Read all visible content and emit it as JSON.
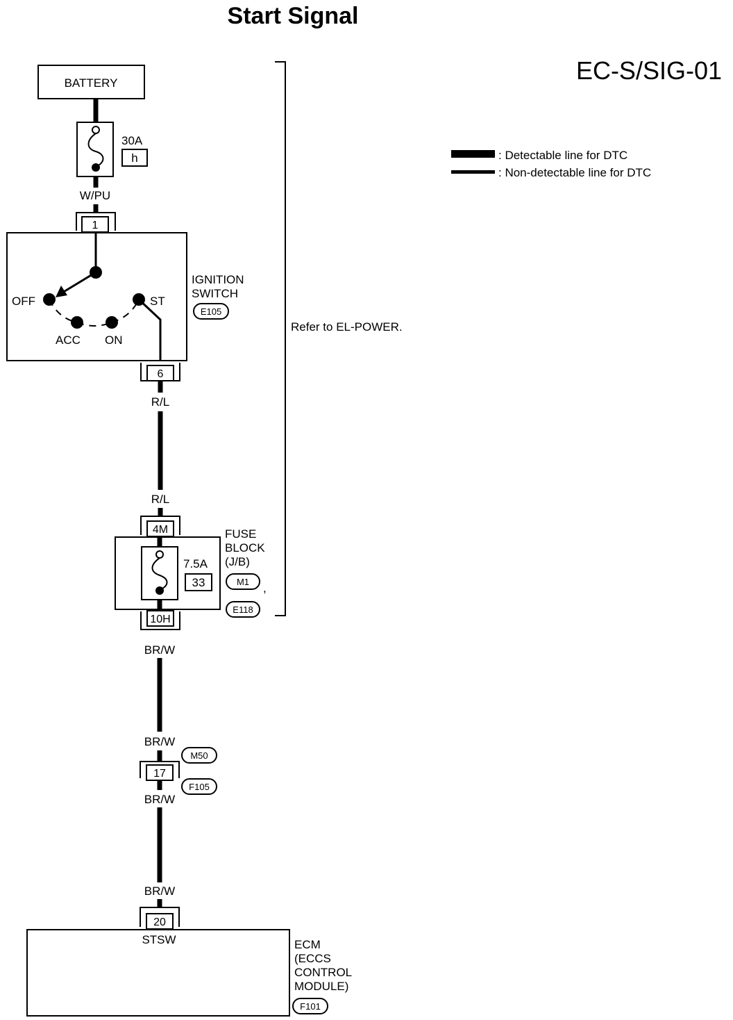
{
  "title": "Start Signal",
  "diagram_code": "EC-S/SIG-01",
  "legend": {
    "detectable": ": Detectable line for DTC",
    "non_detectable": ": Non-detectable line for DTC"
  },
  "battery": {
    "label": "BATTERY"
  },
  "fusible_link": {
    "rating": "30A",
    "id": "h"
  },
  "wires": {
    "w1": "W/PU",
    "w2_top": "R/L",
    "w2_bottom": "R/L",
    "w3_top": "BR/W",
    "w3_bottom": "BR/W",
    "w4_top": "BR/W",
    "w4_bottom": "BR/W"
  },
  "ignition_switch": {
    "name_line1": "IGNITION",
    "name_line2": "SWITCH",
    "connector": "E105",
    "pin_in": "1",
    "pin_out": "6",
    "positions": {
      "off": "OFF",
      "acc": "ACC",
      "on": "ON",
      "st": "ST"
    }
  },
  "reference": "Refer to EL-POWER.",
  "fuse_block": {
    "name_line1": "FUSE",
    "name_line2": "BLOCK",
    "name_line3": "(J/B)",
    "rating": "7.5A",
    "fuse_no": "33",
    "connector1": "M1",
    "separator": ",",
    "connector2": "E118",
    "pin_in": "4M",
    "pin_out": "10H"
  },
  "joint_connector": {
    "pin": "17",
    "connector_top": "M50",
    "connector_bottom": "F105"
  },
  "ecm": {
    "pin": "20",
    "terminal": "STSW",
    "name_line1": "ECM",
    "name_line2": "(ECCS",
    "name_line3": "CONTROL",
    "name_line4": "MODULE)",
    "connector": "F101"
  }
}
